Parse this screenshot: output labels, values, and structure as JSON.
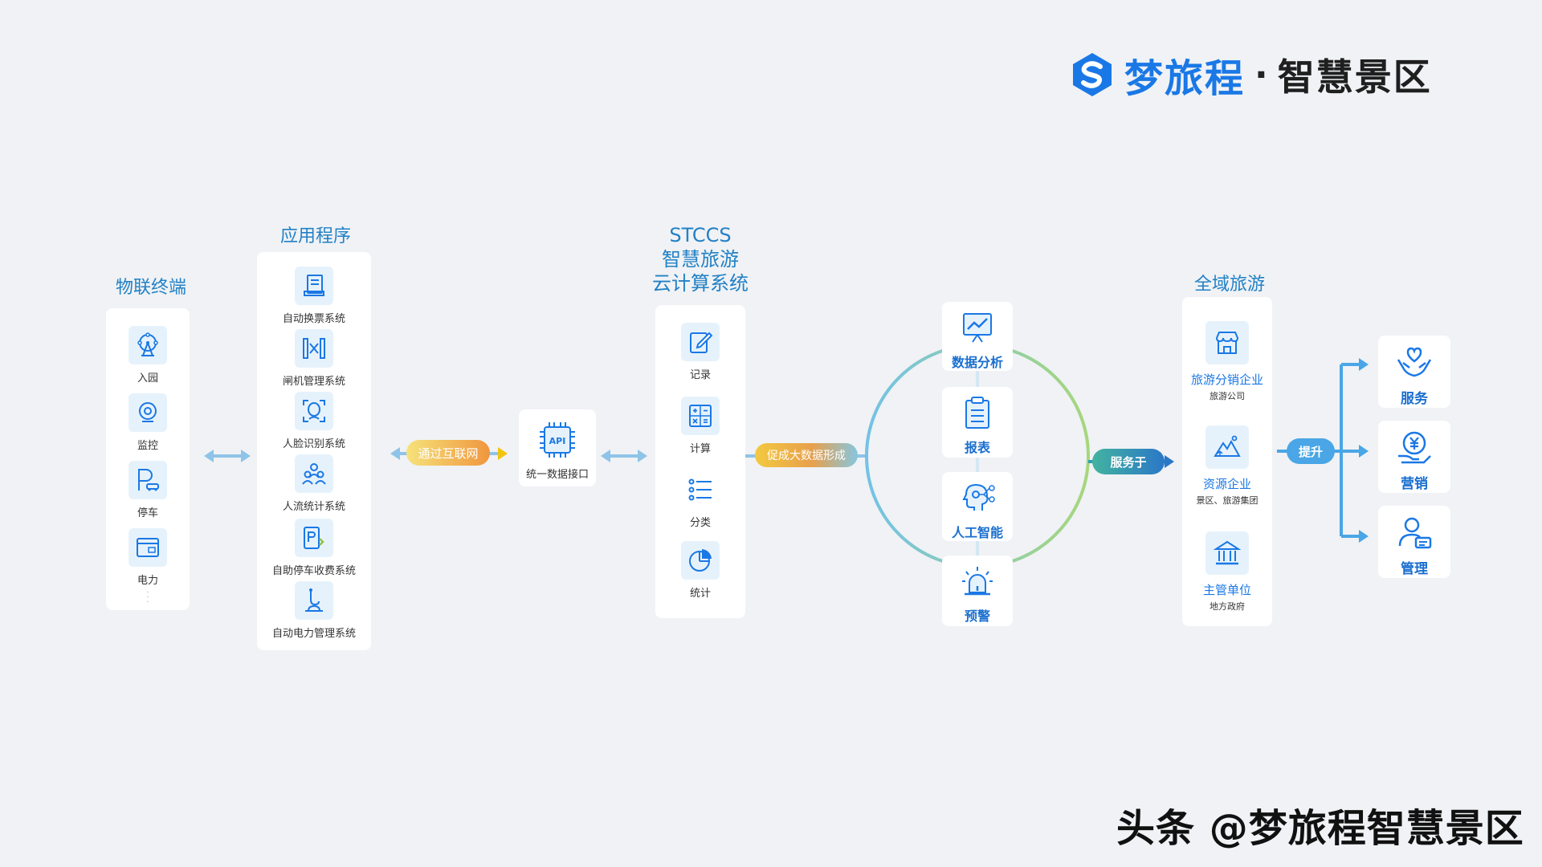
{
  "brand": {
    "name": "梦旅程",
    "separator": "·",
    "subtitle": "智慧景区"
  },
  "iot": {
    "title": "物联终端",
    "items": [
      {
        "label": "入园",
        "icon": "ferris-wheel-icon"
      },
      {
        "label": "监控",
        "icon": "camera-icon"
      },
      {
        "label": "停车",
        "icon": "parking-icon"
      },
      {
        "label": "电力",
        "icon": "power-box-icon"
      }
    ]
  },
  "apps": {
    "title": "应用程序",
    "items": [
      {
        "label": "自动换票系统",
        "icon": "ticket-book-icon"
      },
      {
        "label": "闸机管理系统",
        "icon": "gate-icon"
      },
      {
        "label": "人脸识别系统",
        "icon": "face-id-icon"
      },
      {
        "label": "人流统计系统",
        "icon": "people-icon"
      },
      {
        "label": "自助停车收费系统",
        "icon": "parking-pay-icon"
      },
      {
        "label": "自动电力管理系统",
        "icon": "electric-icon"
      }
    ]
  },
  "pill_internet": "通过互联网",
  "api": {
    "chip": "API",
    "label": "统一数据接口"
  },
  "stccs": {
    "title_lines": [
      "STCCS",
      "智慧旅游",
      "云计算系统"
    ],
    "items": [
      {
        "label": "记录",
        "icon": "edit-icon"
      },
      {
        "label": "计算",
        "icon": "calculator-icon"
      },
      {
        "label": "分类",
        "icon": "list-icon"
      },
      {
        "label": "统计",
        "icon": "pie-chart-icon"
      }
    ]
  },
  "pill_bigdata": "促成大数据形成",
  "analysis": {
    "items": [
      {
        "label": "数据分析",
        "icon": "presentation-chart-icon"
      },
      {
        "label": "报表",
        "icon": "clipboard-icon"
      },
      {
        "label": "人工智能",
        "icon": "ai-head-icon"
      },
      {
        "label": "预警",
        "icon": "alarm-light-icon"
      }
    ]
  },
  "pill_serve": "服务于",
  "region": {
    "title": "全域旅游",
    "items": [
      {
        "title": "旅游分销企业",
        "sub": "旅游公司",
        "icon": "shop-icon"
      },
      {
        "title": "资源企业",
        "sub": "景区、旅游集团",
        "icon": "mountain-icon"
      },
      {
        "title": "主管单位",
        "sub": "地方政府",
        "icon": "government-icon"
      }
    ]
  },
  "pill_improve": "提升",
  "outputs": {
    "items": [
      {
        "label": "服务",
        "icon": "heart-hands-icon"
      },
      {
        "label": "营销",
        "icon": "yuan-coin-icon"
      },
      {
        "label": "管理",
        "icon": "manager-icon"
      }
    ]
  },
  "watermark": "头条 @梦旅程智慧景区",
  "colors": {
    "primary": "#1a78e6",
    "title_blue": "#2281c6",
    "tile_bg": "#e6f2fb",
    "arrow": "#8fc3e8"
  }
}
